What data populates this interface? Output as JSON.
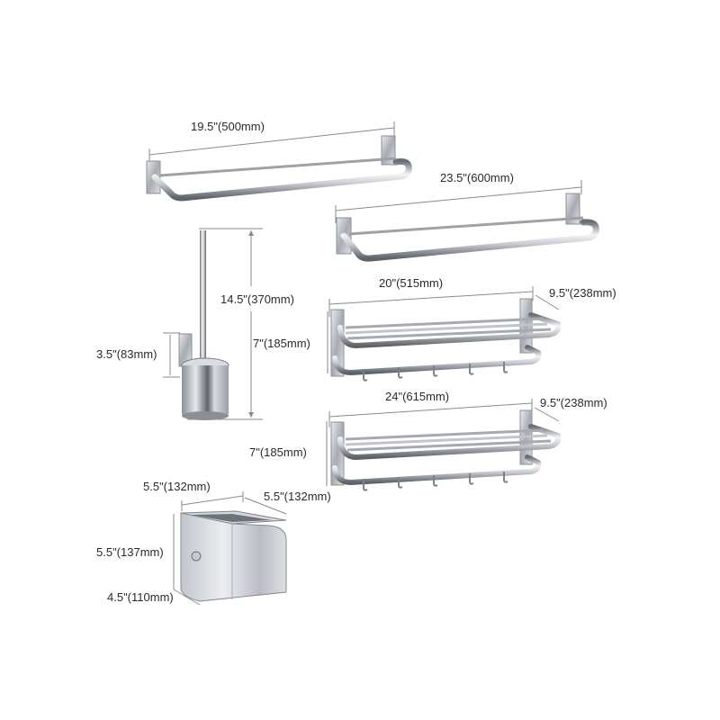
{
  "diagram": {
    "type": "product-dimensions",
    "products": [
      {
        "id": "towel-bar-500",
        "name": "Double Towel Bar",
        "dimensions": {
          "width": "19.5\"(500mm)"
        }
      },
      {
        "id": "towel-bar-600",
        "name": "Double Towel Bar",
        "dimensions": {
          "width": "23.5\"(600mm)"
        }
      },
      {
        "id": "towel-shelf-515",
        "name": "Towel Shelf with Hooks",
        "dimensions": {
          "width": "20\"(515mm)",
          "depth": "9.5\"(238mm)",
          "height": "7\"(185mm)"
        }
      },
      {
        "id": "towel-shelf-615",
        "name": "Towel Shelf with Hooks",
        "dimensions": {
          "width": "24\"(615mm)",
          "depth": "9.5\"(238mm)",
          "height": "7\"(185mm)"
        }
      },
      {
        "id": "toilet-brush-holder",
        "name": "Toilet Brush Holder",
        "dimensions": {
          "height": "14.5\"(370mm)",
          "bracket_height": "3.5\"(83mm)"
        }
      },
      {
        "id": "toilet-paper-holder",
        "name": "Toilet Paper Holder",
        "dimensions": {
          "width": "5.5\"(132mm)",
          "depth": "5.5\"(132mm)",
          "height": "5.5\"(137mm)",
          "base_depth": "4.5\"(110mm)"
        }
      }
    ]
  },
  "labels": {
    "bar500_width": "19.5\"(500mm)",
    "bar600_width": "23.5\"(600mm)",
    "shelf1_width": "20\"(515mm)",
    "shelf1_depth": "9.5\"(238mm)",
    "shelf1_height": "7\"(185mm)",
    "brush_height": "14.5\"(370mm)",
    "brush_bracket": "3.5\"(83mm)",
    "shelf2_width": "24\"(615mm)",
    "shelf2_depth": "9.5\"(238mm)",
    "shelf2_height": "7\"(185mm)",
    "paper_width": "5.5\"(132mm)",
    "paper_depth": "5.5\"(132mm)",
    "paper_height": "5.5\"(137mm)",
    "paper_base": "4.5\"(110mm)"
  },
  "colors": {
    "background": "#ffffff",
    "text": "#2a2a2a",
    "dimension_line": "#8a8a8a",
    "chrome_light": "#f2f3f5",
    "chrome_mid": "#c4c8ce",
    "chrome_dark": "#5d6269"
  }
}
